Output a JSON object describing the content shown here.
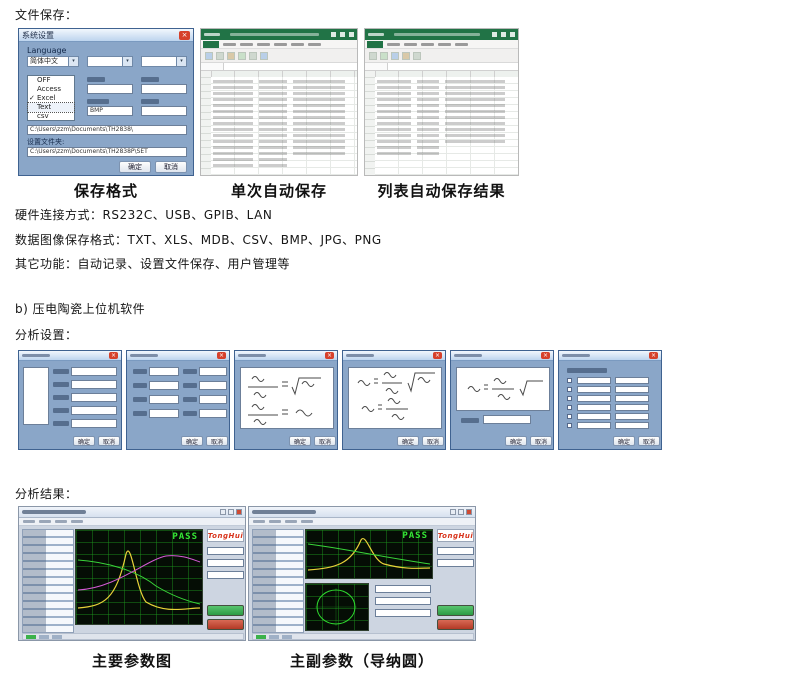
{
  "document": {
    "heading_file_save": "文件保存：",
    "caption_save_format": "保存格式",
    "caption_single_autosave": "单次自动保存",
    "caption_list_autosave": "列表自动保存结果",
    "line_hardware": "硬件连接方式：RS232C、USB、GPIB、LAN",
    "line_formats": "数据图像保存格式：TXT、XLS、MDB、CSV、BMP、JPG、PNG",
    "line_other": "其它功能：自动记录、设置文件保存、用户管理等",
    "section_b": "b) 压电陶瓷上位机软件",
    "heading_analysis_settings": "分析设置：",
    "heading_analysis_results": "分析结果：",
    "caption_main_params": "主要参数图",
    "caption_main_sub_params": "主副参数（导纳圆）"
  },
  "settings_dialog": {
    "title": "系统设置",
    "close_glyph": "×",
    "caret_glyph": "▾",
    "check_glyph": "✓",
    "language_label": "Language",
    "language_value": "简体中文",
    "dropdown_items": [
      "OFF",
      "Access",
      "Excel",
      "Text",
      "csv"
    ],
    "dropdown_checked_item": "Excel",
    "image_format_value": "BMP",
    "folder_label": "设置文件夹:",
    "path_primary": "C:\\Users\\zzm\\Documents\\TH2838\\",
    "path_settings": "C:\\Users\\zzm\\Documents\\TH2838P\\SET",
    "ok_label": "确定",
    "cancel_label": "取消"
  },
  "analysis_dialog": {
    "close_glyph": "×",
    "ok_label": "确定",
    "cancel_label": "取消"
  },
  "result_window": {
    "pass_label": "PASS",
    "brand_label": "TongHui"
  },
  "colors": {
    "excel_green": "#217346",
    "dialog_blue": "#8aa6c8",
    "pass_green": "#35e835",
    "brand_red": "#d8341c"
  }
}
